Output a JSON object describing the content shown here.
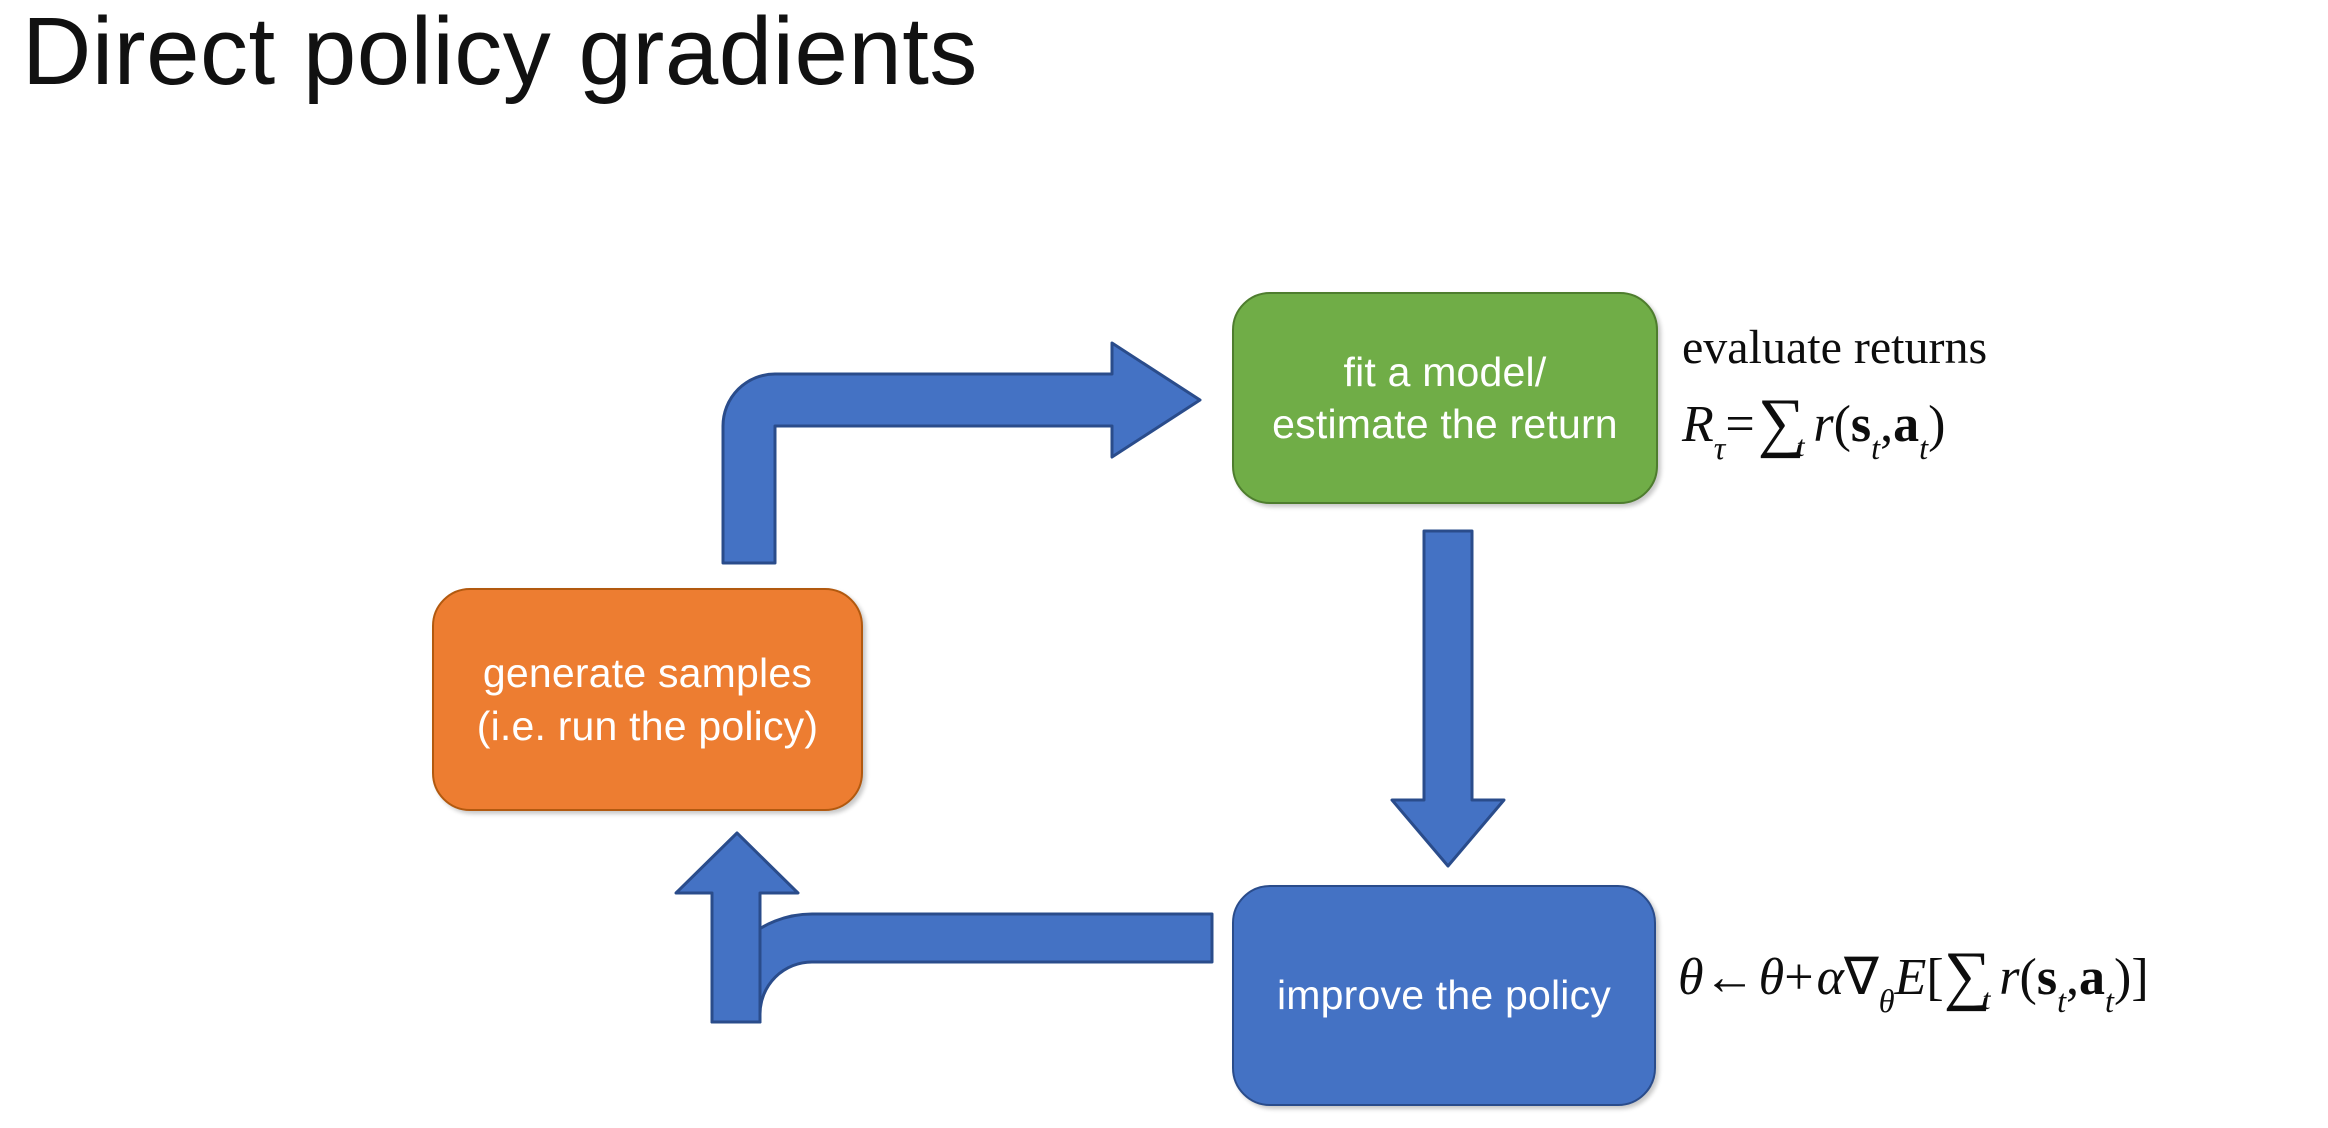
{
  "slide": {
    "title": "Direct policy gradients",
    "background_color": "#FFFFFF"
  },
  "colors": {
    "green": "#70AD47",
    "orange": "#ED7D31",
    "blue": "#4472C4",
    "arrow_blue": "#4472C4",
    "arrow_border": "#2A4C8B",
    "text_on_box": "#FFFFFF",
    "title_text": "#111111",
    "math_text": "#0D0D0D"
  },
  "diagram": {
    "type": "reinforcement-learning-loop",
    "nodes": [
      {
        "id": "fit-model",
        "label": "fit a model/\nestimate the return",
        "line1": "fit a model/",
        "line2": "estimate the return",
        "color": "#70AD47"
      },
      {
        "id": "generate-samples",
        "label": "generate samples\n(i.e. run the policy)",
        "line1": "generate samples",
        "line2": "(i.e. run the policy)",
        "color": "#ED7D31"
      },
      {
        "id": "improve-policy",
        "label": "improve the policy",
        "line1": "improve the policy",
        "line2": "",
        "color": "#4472C4"
      }
    ],
    "arrows": [
      {
        "id": "samples-to-fit",
        "from": "generate-samples",
        "to": "fit-model",
        "shape": "elbow-up-then-right",
        "color": "#4472C4"
      },
      {
        "id": "fit-to-improve",
        "from": "fit-model",
        "to": "improve-policy",
        "shape": "straight-down",
        "color": "#4472C4"
      },
      {
        "id": "improve-to-samples",
        "from": "improve-policy",
        "to": "generate-samples",
        "shape": "elbow-left-then-up",
        "color": "#4472C4"
      }
    ]
  },
  "annotations": {
    "evaluate_returns": {
      "caption": "evaluate returns",
      "formula_plain": "R_tau = sum_t r(s_t, a_t)",
      "formula_parts": {
        "lhs": "R",
        "lhs_sub": "τ",
        "equals": "=",
        "sum": "∑",
        "sum_sub": "t",
        "reward": "r",
        "open": "(",
        "state": "s",
        "state_sub": "t",
        "comma": ",",
        "action": "a",
        "action_sub": "t",
        "close": ")"
      }
    },
    "policy_update": {
      "formula_plain": "theta <- theta + alpha grad_theta E[ sum_t r(s_t, a_t) ]",
      "formula_parts": {
        "theta": "θ",
        "arrow": "←",
        "plus": "+",
        "alpha": "α",
        "nabla": "∇",
        "nabla_sub": "θ",
        "expectation": "E",
        "bracket_open": "[",
        "sum": "∑",
        "sum_sub": "t",
        "reward": "r",
        "open": "(",
        "state": "s",
        "state_sub": "t",
        "comma": ",",
        "action": "a",
        "action_sub": "t",
        "close": ")",
        "bracket_close": "]"
      }
    }
  }
}
